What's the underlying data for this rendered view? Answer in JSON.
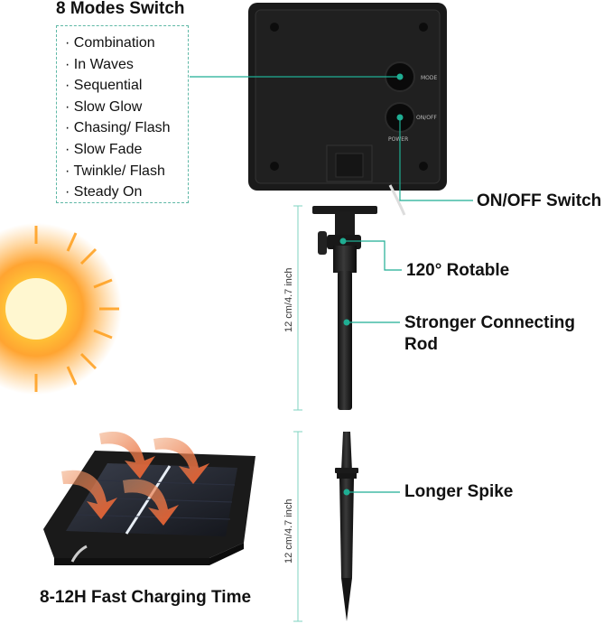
{
  "modes": {
    "title": "8 Modes Switch",
    "items": [
      "Combination",
      "In Waves",
      "Sequential",
      "Slow Glow",
      "Chasing/ Flash",
      "Slow Fade",
      "Twinkle/ Flash",
      "Steady On"
    ]
  },
  "labels": {
    "on_off": "ON/OFF Switch",
    "rotatable": "120° Rotable",
    "rod_line1": "Stronger Connecting",
    "rod_line2": "Rod",
    "spike": "Longer Spike",
    "charging": "8-12H Fast Charging Time"
  },
  "dimensions": {
    "rod_height": "12 cm/4.7 inch",
    "spike_height": "12 cm/4.7 inch"
  },
  "buttons": {
    "mode": "MODE",
    "onoff": "ON/OFF",
    "power": "POWER"
  },
  "colors": {
    "accent": "#1fae93",
    "body": "#1c1c1c",
    "arrow": "#e85a2a"
  }
}
